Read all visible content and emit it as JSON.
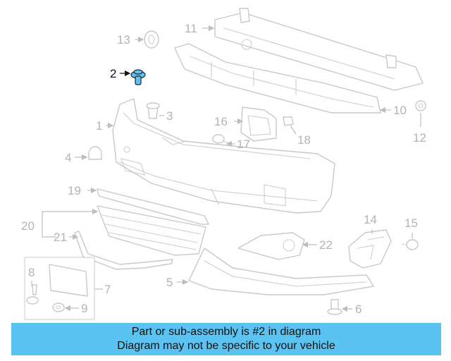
{
  "callouts": {
    "c1": "1",
    "c2": "2",
    "c3": "3",
    "c4": "4",
    "c5": "5",
    "c6": "6",
    "c7": "7",
    "c8": "8",
    "c9": "9",
    "c10": "10",
    "c11": "11",
    "c12": "12",
    "c13": "13",
    "c14": "14",
    "c15": "15",
    "c16": "16",
    "c17": "17",
    "c18": "18",
    "c19": "19",
    "c20": "20",
    "c21": "21",
    "c22": "22"
  },
  "highlight_color": "#5bc3f1",
  "banner": {
    "line1": "Part or sub-assembly is #2 in diagram",
    "line2": "Diagram may not be specific to your vehicle"
  }
}
